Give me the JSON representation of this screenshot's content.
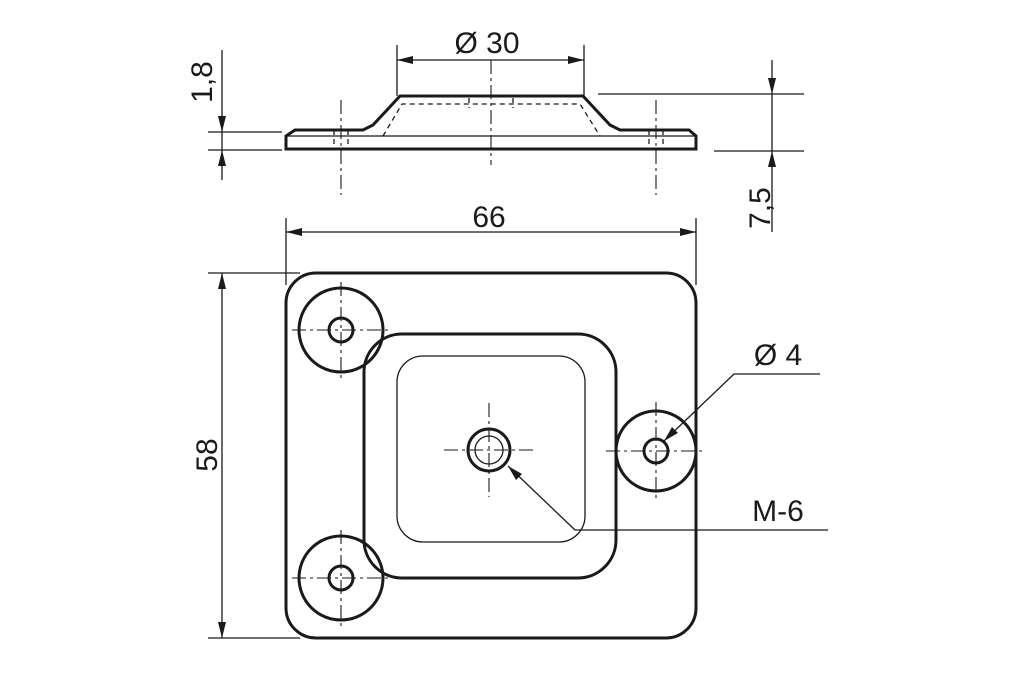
{
  "dimensions": {
    "top_diameter": "Ø 30",
    "plate_thickness": "1,8",
    "total_height": "7,5",
    "width": "66",
    "height": "58",
    "hole_diameter": "Ø 4",
    "thread": "M-6"
  }
}
